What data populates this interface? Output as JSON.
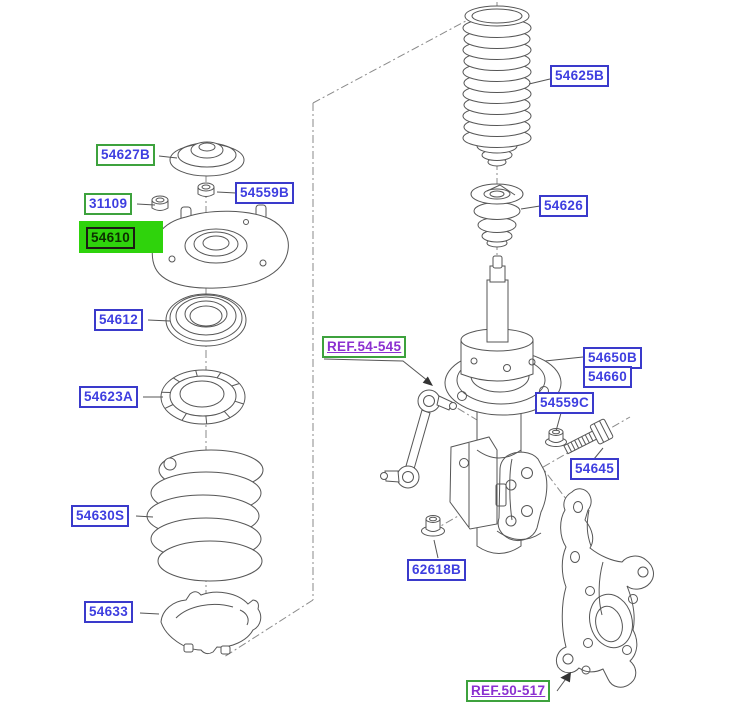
{
  "diagram": {
    "selected_part": "54610",
    "colors": {
      "highlight_green": "#2fd30c",
      "callout_text_blue": "#3e3ee0",
      "callout_border_blue": "#3a3acb",
      "callout_border_green": "#3da23d",
      "reference_text_purple": "#8b2fd0",
      "drawing_line_gray": "#565656"
    }
  },
  "callouts": [
    {
      "code": "54627B",
      "style": "green-border"
    },
    {
      "code": "31109",
      "style": "green-border"
    },
    {
      "code": "54559B",
      "style": "blue-border"
    },
    {
      "code": "54610",
      "style": "highlighted"
    },
    {
      "code": "54612",
      "style": "blue-border"
    },
    {
      "code": "54623A",
      "style": "blue-border"
    },
    {
      "code": "54630S",
      "style": "blue-border"
    },
    {
      "code": "54633",
      "style": "blue-border"
    },
    {
      "code": "54625B",
      "style": "blue-border"
    },
    {
      "code": "54626",
      "style": "blue-border"
    },
    {
      "code": "54650B",
      "style": "blue-border"
    },
    {
      "code": "54660",
      "style": "blue-border"
    },
    {
      "code": "54559C",
      "style": "blue-border"
    },
    {
      "code": "54645",
      "style": "blue-border"
    },
    {
      "code": "62618B",
      "style": "blue-border"
    },
    {
      "code": "REF.54-545",
      "style": "reference-green-border"
    },
    {
      "code": "REF.50-517",
      "style": "reference-green-border"
    }
  ]
}
